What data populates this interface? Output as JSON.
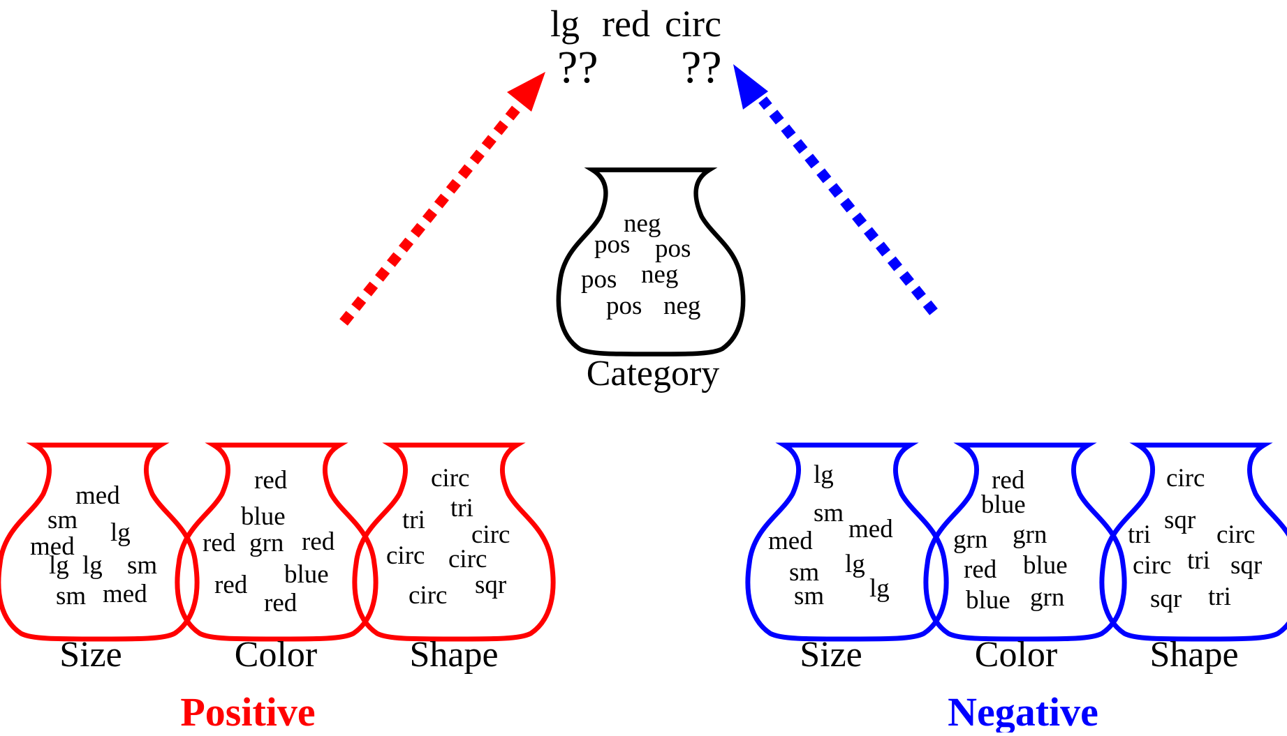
{
  "query": {
    "size": "lg",
    "color": "red",
    "shape": "circ",
    "unknown_left": "??",
    "unknown_right": "??"
  },
  "colors": {
    "positive": "#ff0000",
    "negative": "#0000ff",
    "category": "#000000"
  },
  "category": {
    "label": "Category",
    "items": [
      "neg",
      "pos",
      "pos",
      "pos",
      "neg",
      "pos",
      "neg"
    ]
  },
  "positive": {
    "title": "Positive",
    "size": {
      "label": "Size",
      "items": [
        "med",
        "sm",
        "lg",
        "med",
        "lg",
        "lg",
        "sm",
        "sm",
        "med"
      ]
    },
    "color": {
      "label": "Color",
      "items": [
        "red",
        "blue",
        "red",
        "grn",
        "red",
        "red",
        "blue",
        "red"
      ]
    },
    "shape": {
      "label": "Shape",
      "items": [
        "circ",
        "tri",
        "tri",
        "circ",
        "circ",
        "circ",
        "circ",
        "sqr"
      ]
    }
  },
  "negative": {
    "title": "Negative",
    "size": {
      "label": "Size",
      "items": [
        "lg",
        "sm",
        "med",
        "med",
        "lg",
        "sm",
        "lg",
        "sm"
      ]
    },
    "color": {
      "label": "Color",
      "items": [
        "red",
        "blue",
        "grn",
        "grn",
        "red",
        "blue",
        "blue",
        "grn"
      ]
    },
    "shape": {
      "label": "Shape",
      "items": [
        "circ",
        "tri",
        "sqr",
        "circ",
        "circ",
        "tri",
        "sqr",
        "sqr",
        "tri"
      ]
    }
  }
}
